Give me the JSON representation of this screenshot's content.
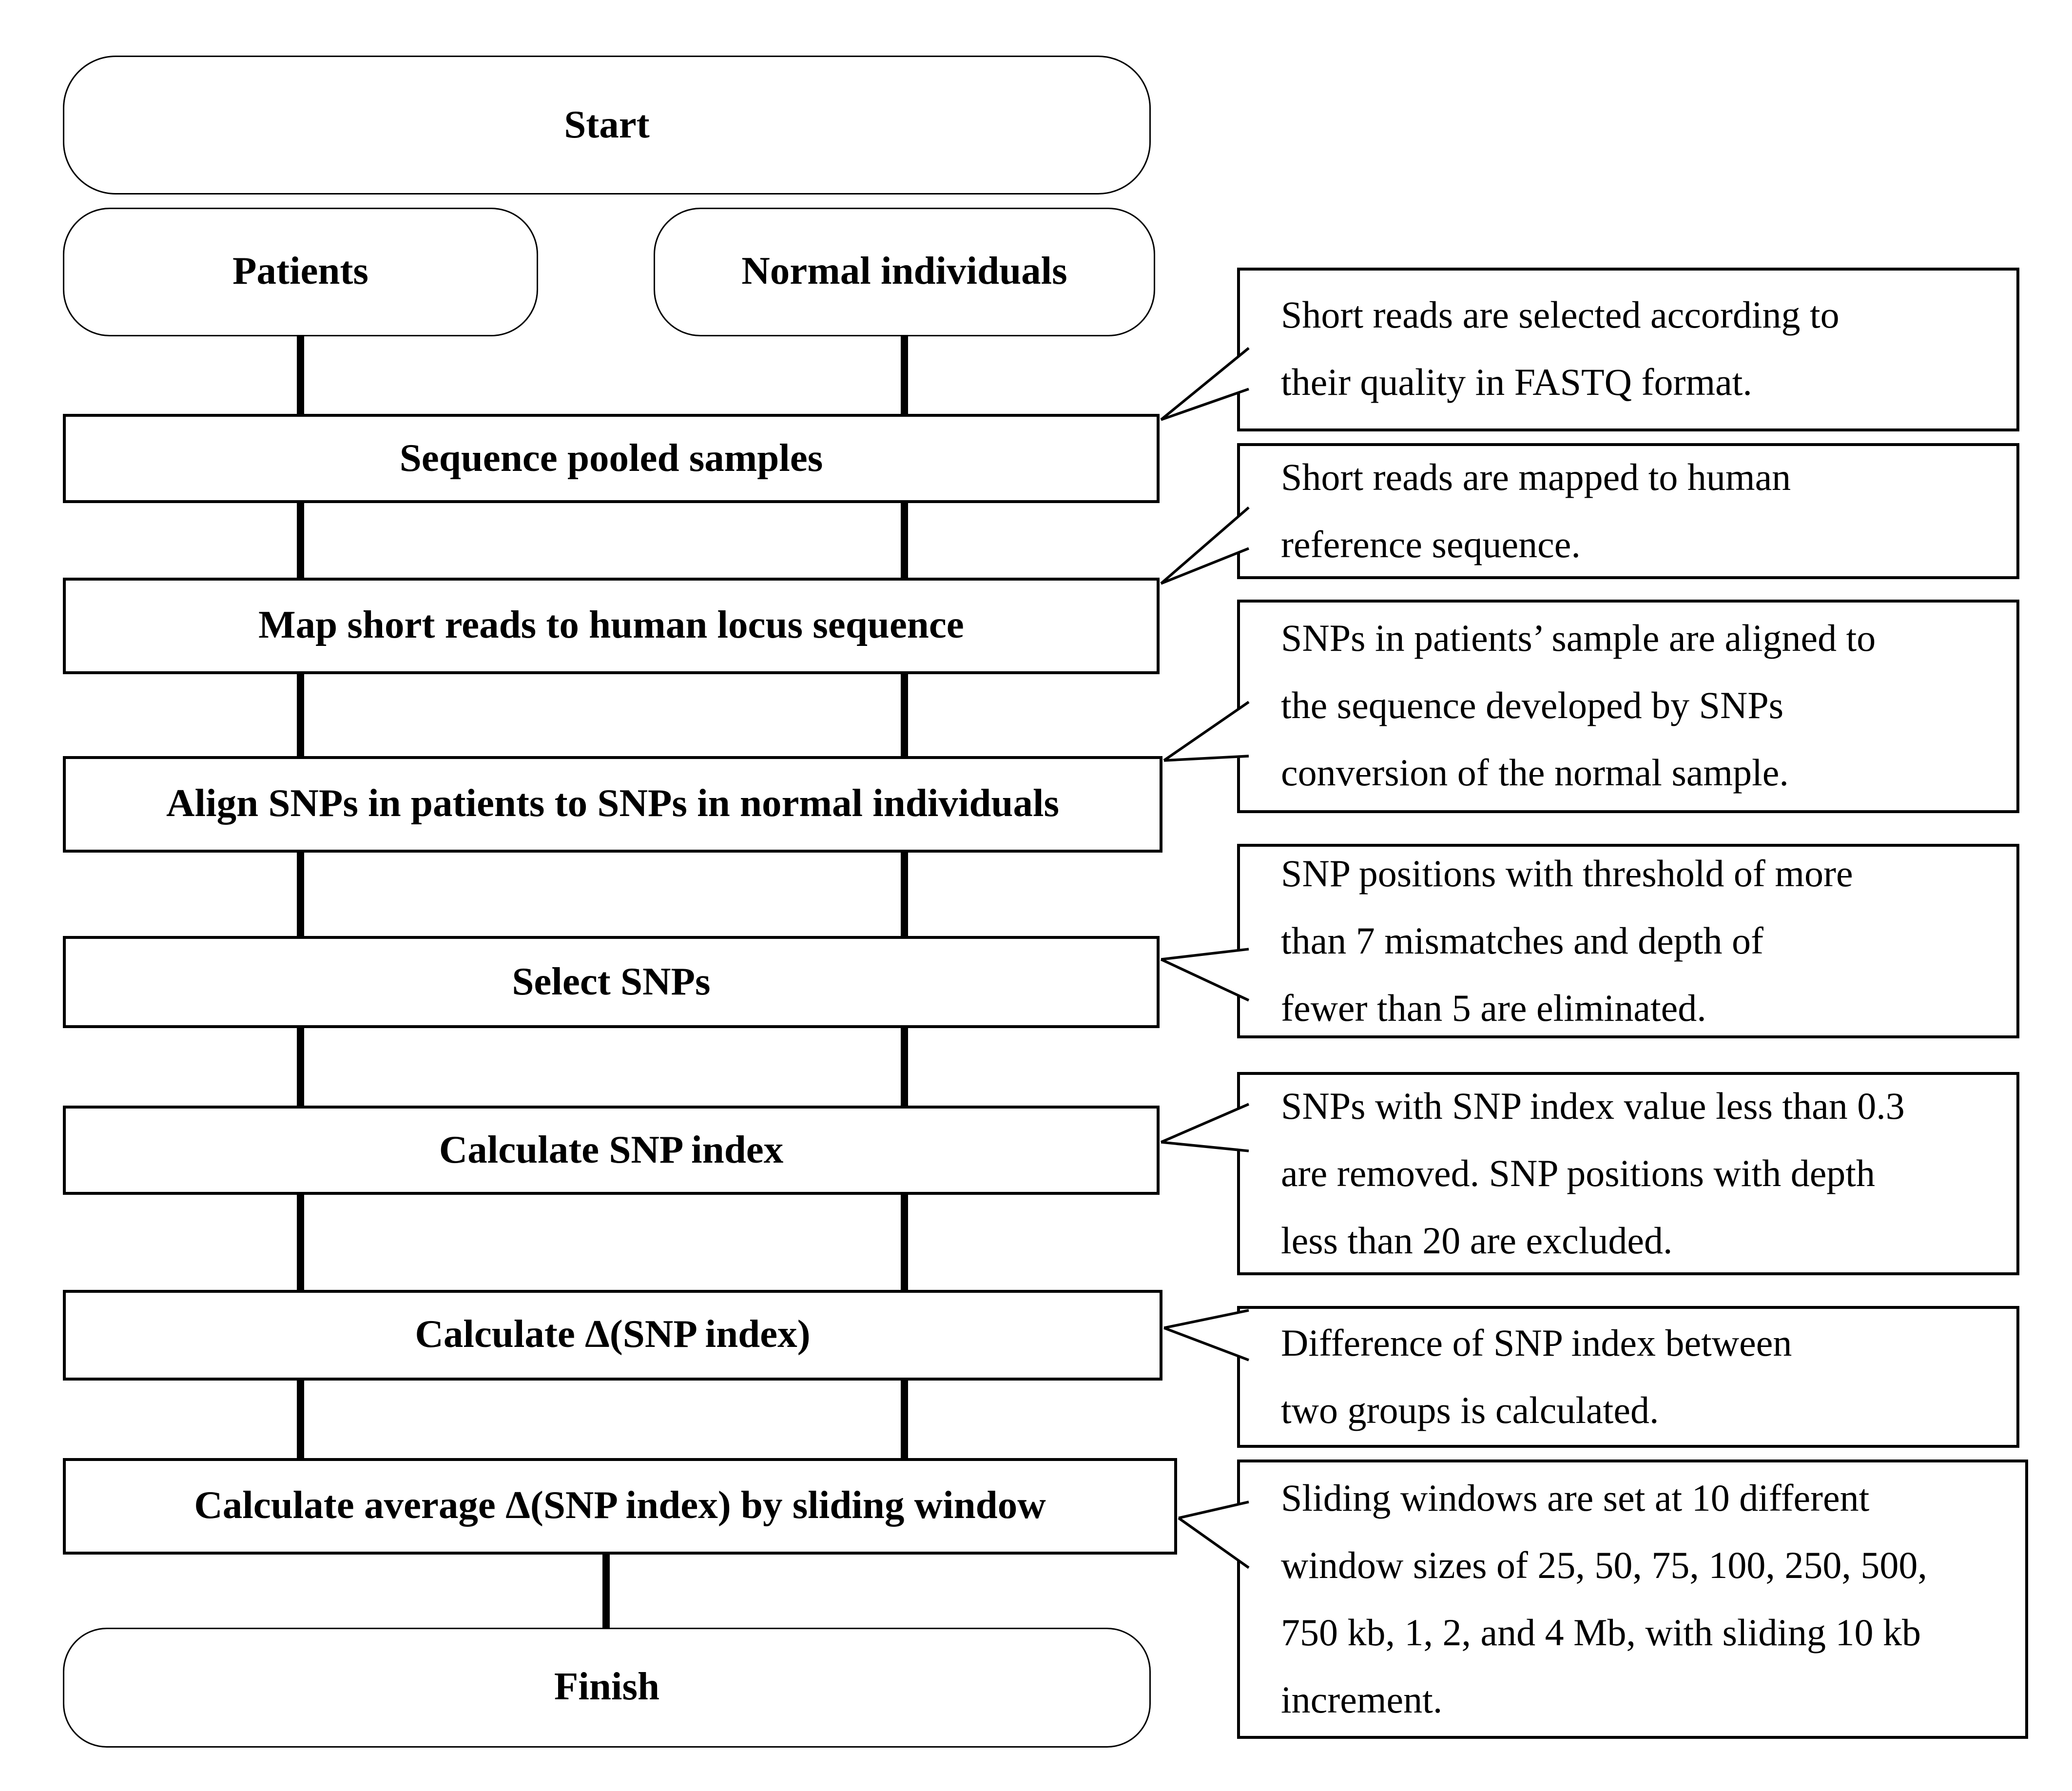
{
  "colors": {
    "ink": "#000000",
    "background": "#ffffff"
  },
  "flowchart": {
    "start": {
      "label": "Start"
    },
    "branches": [
      {
        "label": "Patients"
      },
      {
        "label": "Normal individuals"
      }
    ],
    "steps": [
      {
        "label": "Sequence pooled samples"
      },
      {
        "label": "Map short reads to human locus sequence"
      },
      {
        "label": "Align SNPs in patients to SNPs in normal individuals"
      },
      {
        "label": "Select SNPs"
      },
      {
        "label": "Calculate SNP index"
      },
      {
        "label": "Calculate Δ(SNP index)"
      },
      {
        "label": "Calculate average Δ(SNP index) by sliding window"
      }
    ],
    "finish": {
      "label": "Finish"
    }
  },
  "annotations": [
    {
      "points_to": "Sequence pooled samples",
      "lines": [
        "Short reads are selected according to",
        "their quality in FASTQ format."
      ]
    },
    {
      "points_to": "Map short reads to human locus sequence",
      "lines": [
        "Short reads are mapped to human",
        "reference sequence."
      ]
    },
    {
      "points_to": "Align SNPs in patients to SNPs in normal individuals",
      "lines": [
        "SNPs in patients’ sample are aligned to",
        "the sequence developed by SNPs",
        "conversion of the normal sample."
      ]
    },
    {
      "points_to": "Select SNPs",
      "lines": [
        "SNP positions with threshold of more",
        "than 7 mismatches and depth of",
        "fewer than 5 are eliminated."
      ]
    },
    {
      "points_to": "Calculate SNP index",
      "lines": [
        "SNPs with SNP index value less than 0.3",
        "are removed. SNP positions with depth",
        "less than 20 are excluded."
      ]
    },
    {
      "points_to": "Calculate Δ(SNP index)",
      "lines": [
        "Difference of SNP index between",
        "two groups is calculated."
      ]
    },
    {
      "points_to": "Calculate average Δ(SNP index) by sliding window",
      "lines": [
        "Sliding windows are set at 10 different",
        "window sizes of 25, 50, 75, 100, 250, 500,",
        "750 kb, 1, 2, and 4 Mb, with sliding 10 kb",
        "increment."
      ]
    }
  ]
}
